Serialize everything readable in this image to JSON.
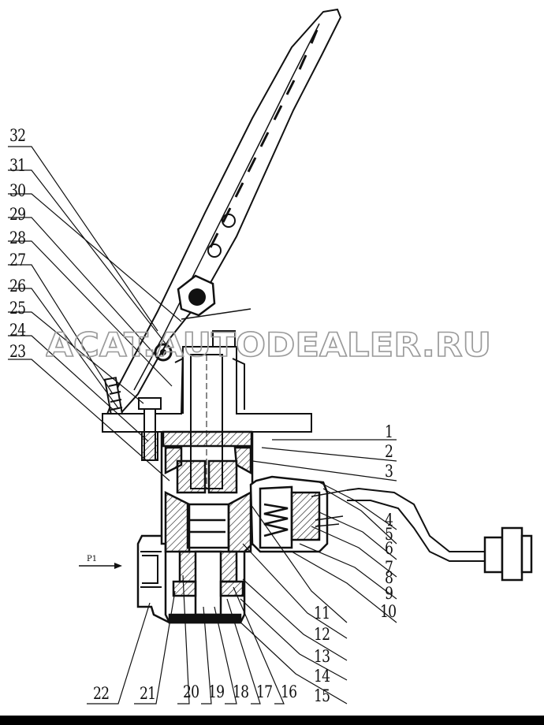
{
  "diagram": {
    "inlet_label": "P1",
    "callouts_left": [
      "32",
      "31",
      "30",
      "29",
      "28",
      "27",
      "26",
      "25",
      "24",
      "23"
    ],
    "callouts_right": [
      "1",
      "2",
      "3",
      "4",
      "5",
      "6",
      "7",
      "8",
      "9",
      "10",
      "11",
      "12",
      "13",
      "14",
      "15"
    ],
    "callouts_bottom": [
      "22",
      "21",
      "20",
      "19",
      "18",
      "17",
      "16"
    ]
  },
  "watermark": {
    "text": "ACAT.AUTODEALER.RU"
  },
  "colors": {
    "line": "#111111",
    "background": "#ffffff",
    "watermark_stroke": "#9a9a9a"
  }
}
